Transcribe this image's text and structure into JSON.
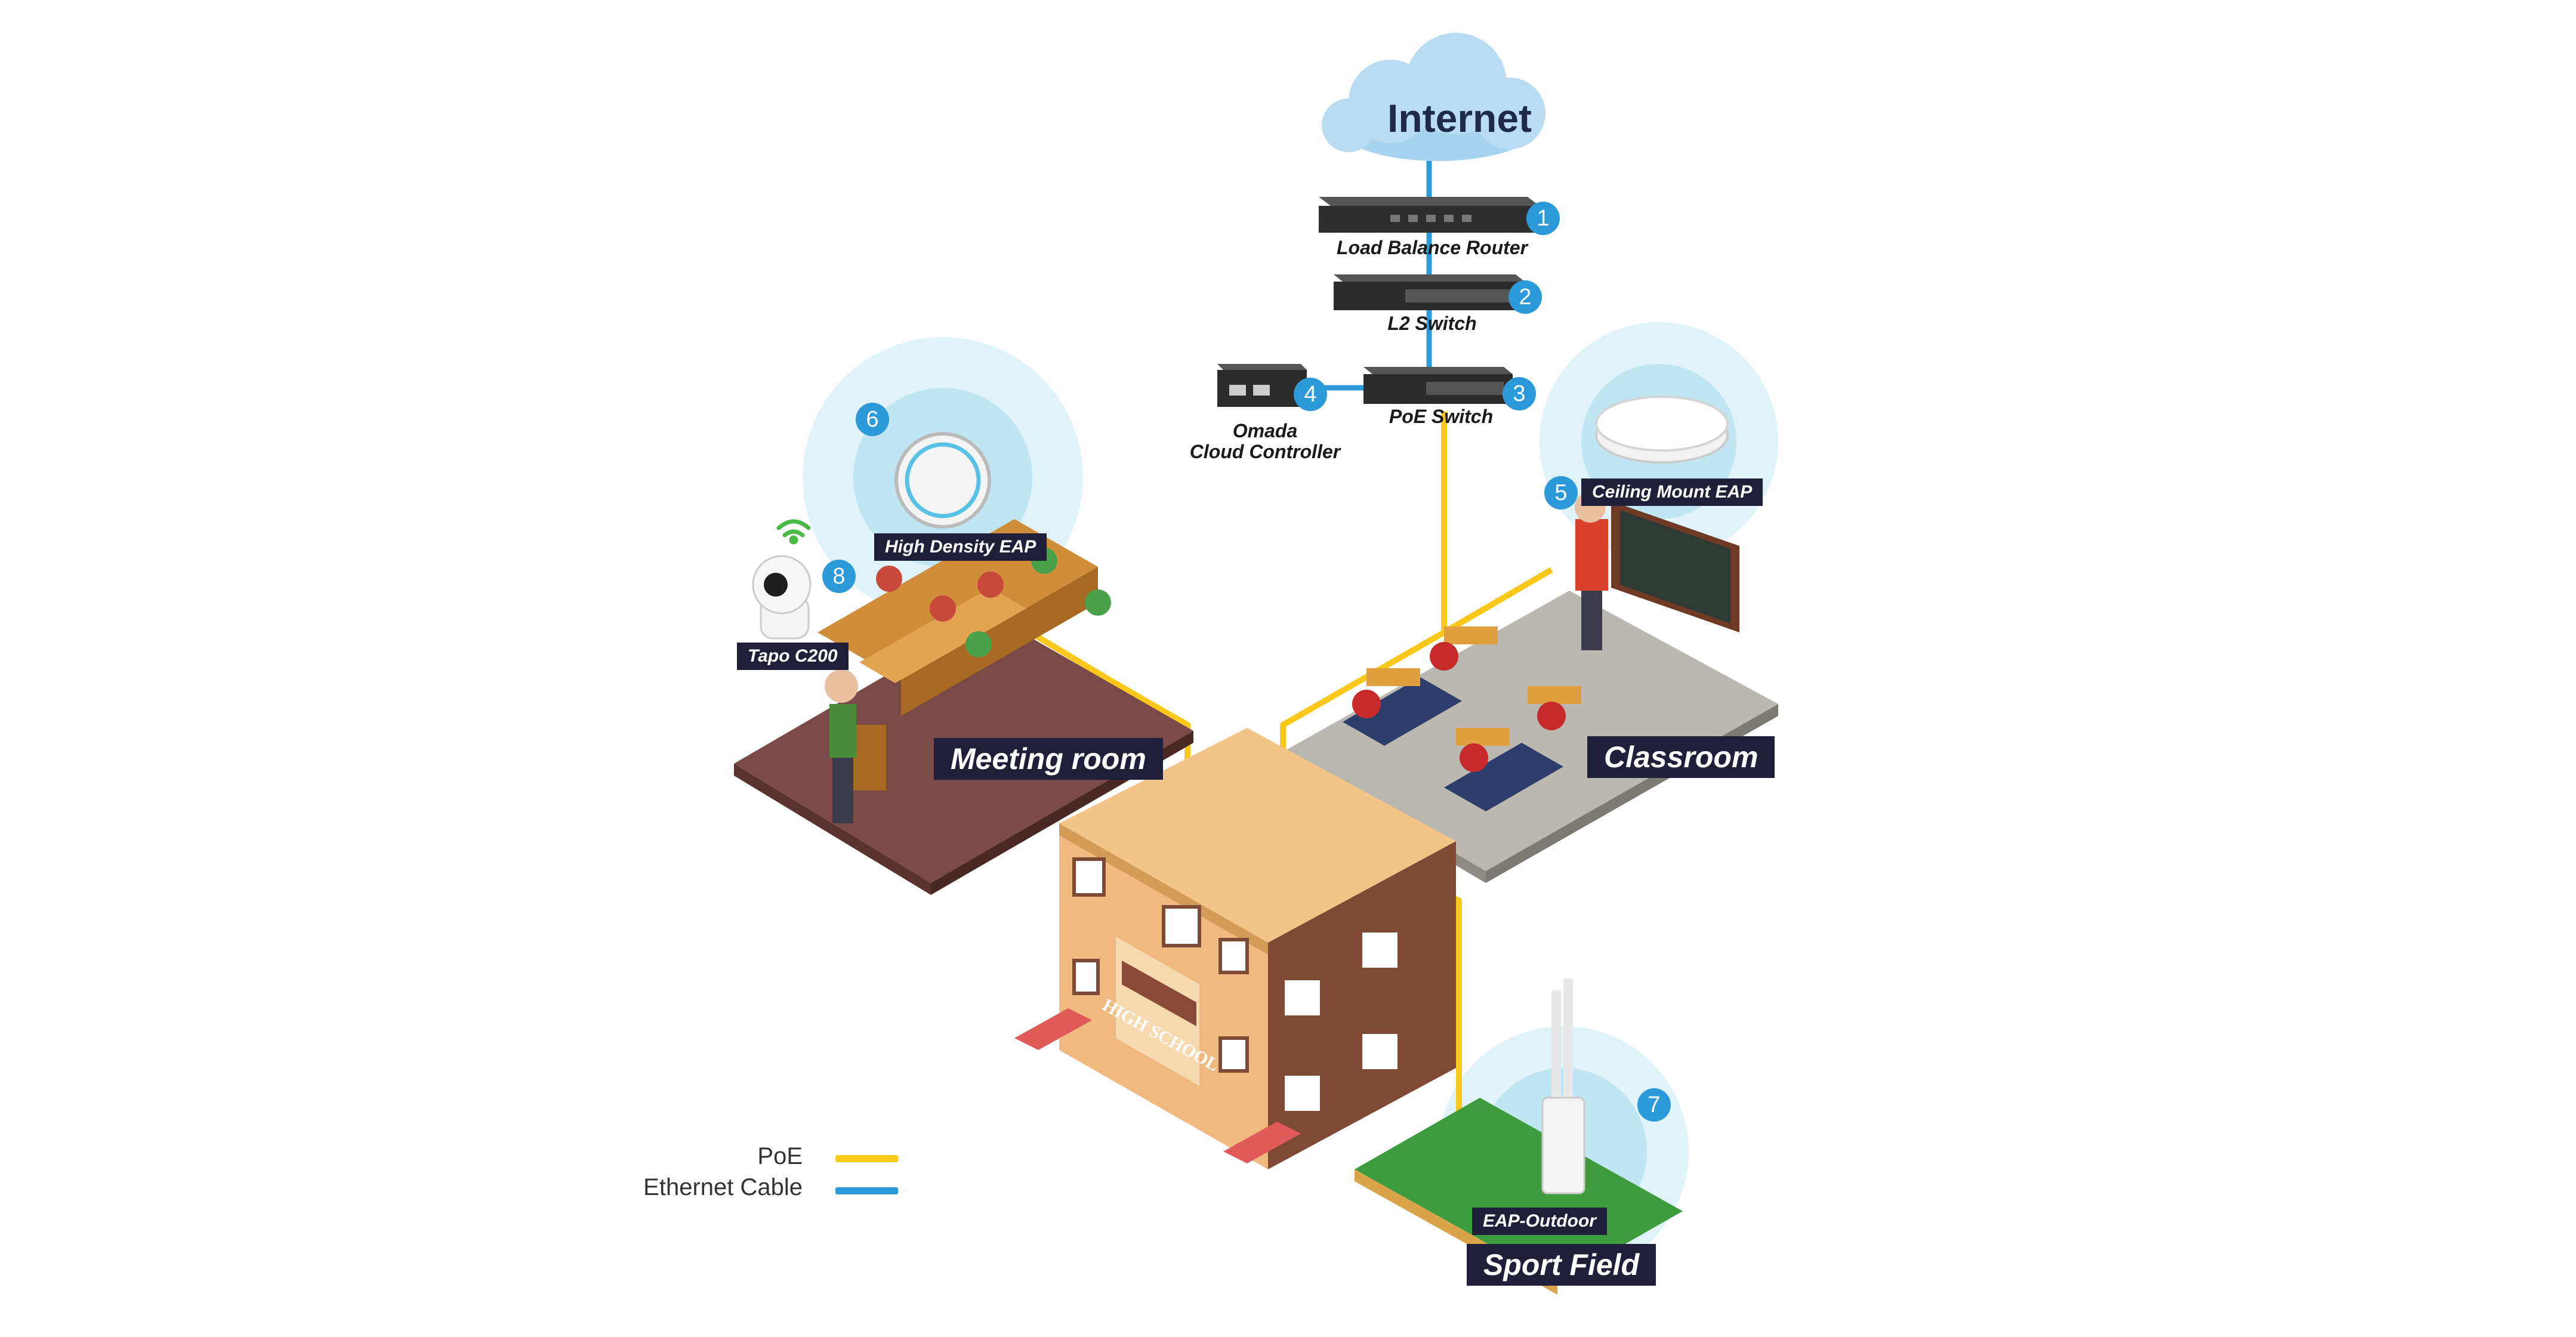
{
  "internet": {
    "label": "Internet"
  },
  "devices": [
    {
      "number": "1",
      "label": "Load Balance  Router"
    },
    {
      "number": "2",
      "label": "L2 Switch"
    },
    {
      "number": "3",
      "label": "PoE Switch"
    },
    {
      "number": "4",
      "label_line1": "Omada",
      "label_line2": "Cloud Controller"
    },
    {
      "number": "5",
      "label": "Ceiling Mount EAP"
    },
    {
      "number": "6",
      "label": "High Density EAP"
    },
    {
      "number": "7",
      "label": "EAP-Outdoor"
    },
    {
      "number": "8",
      "label": "Tapo C200"
    }
  ],
  "areas": {
    "meeting_room": "Meeting room",
    "classroom": "Classroom",
    "sport_field": "Sport Field"
  },
  "building_sign": "HIGH SCHOOL",
  "legend": [
    {
      "label": "PoE",
      "color": "#f9c81a"
    },
    {
      "label": "Ethernet Cable",
      "color": "#2c9ad8"
    }
  ],
  "colors": {
    "poe": "#f9c81a",
    "ethernet": "#2c9ad8",
    "badge": "#2c9ad8",
    "label_bg": "#1f1f3a"
  }
}
